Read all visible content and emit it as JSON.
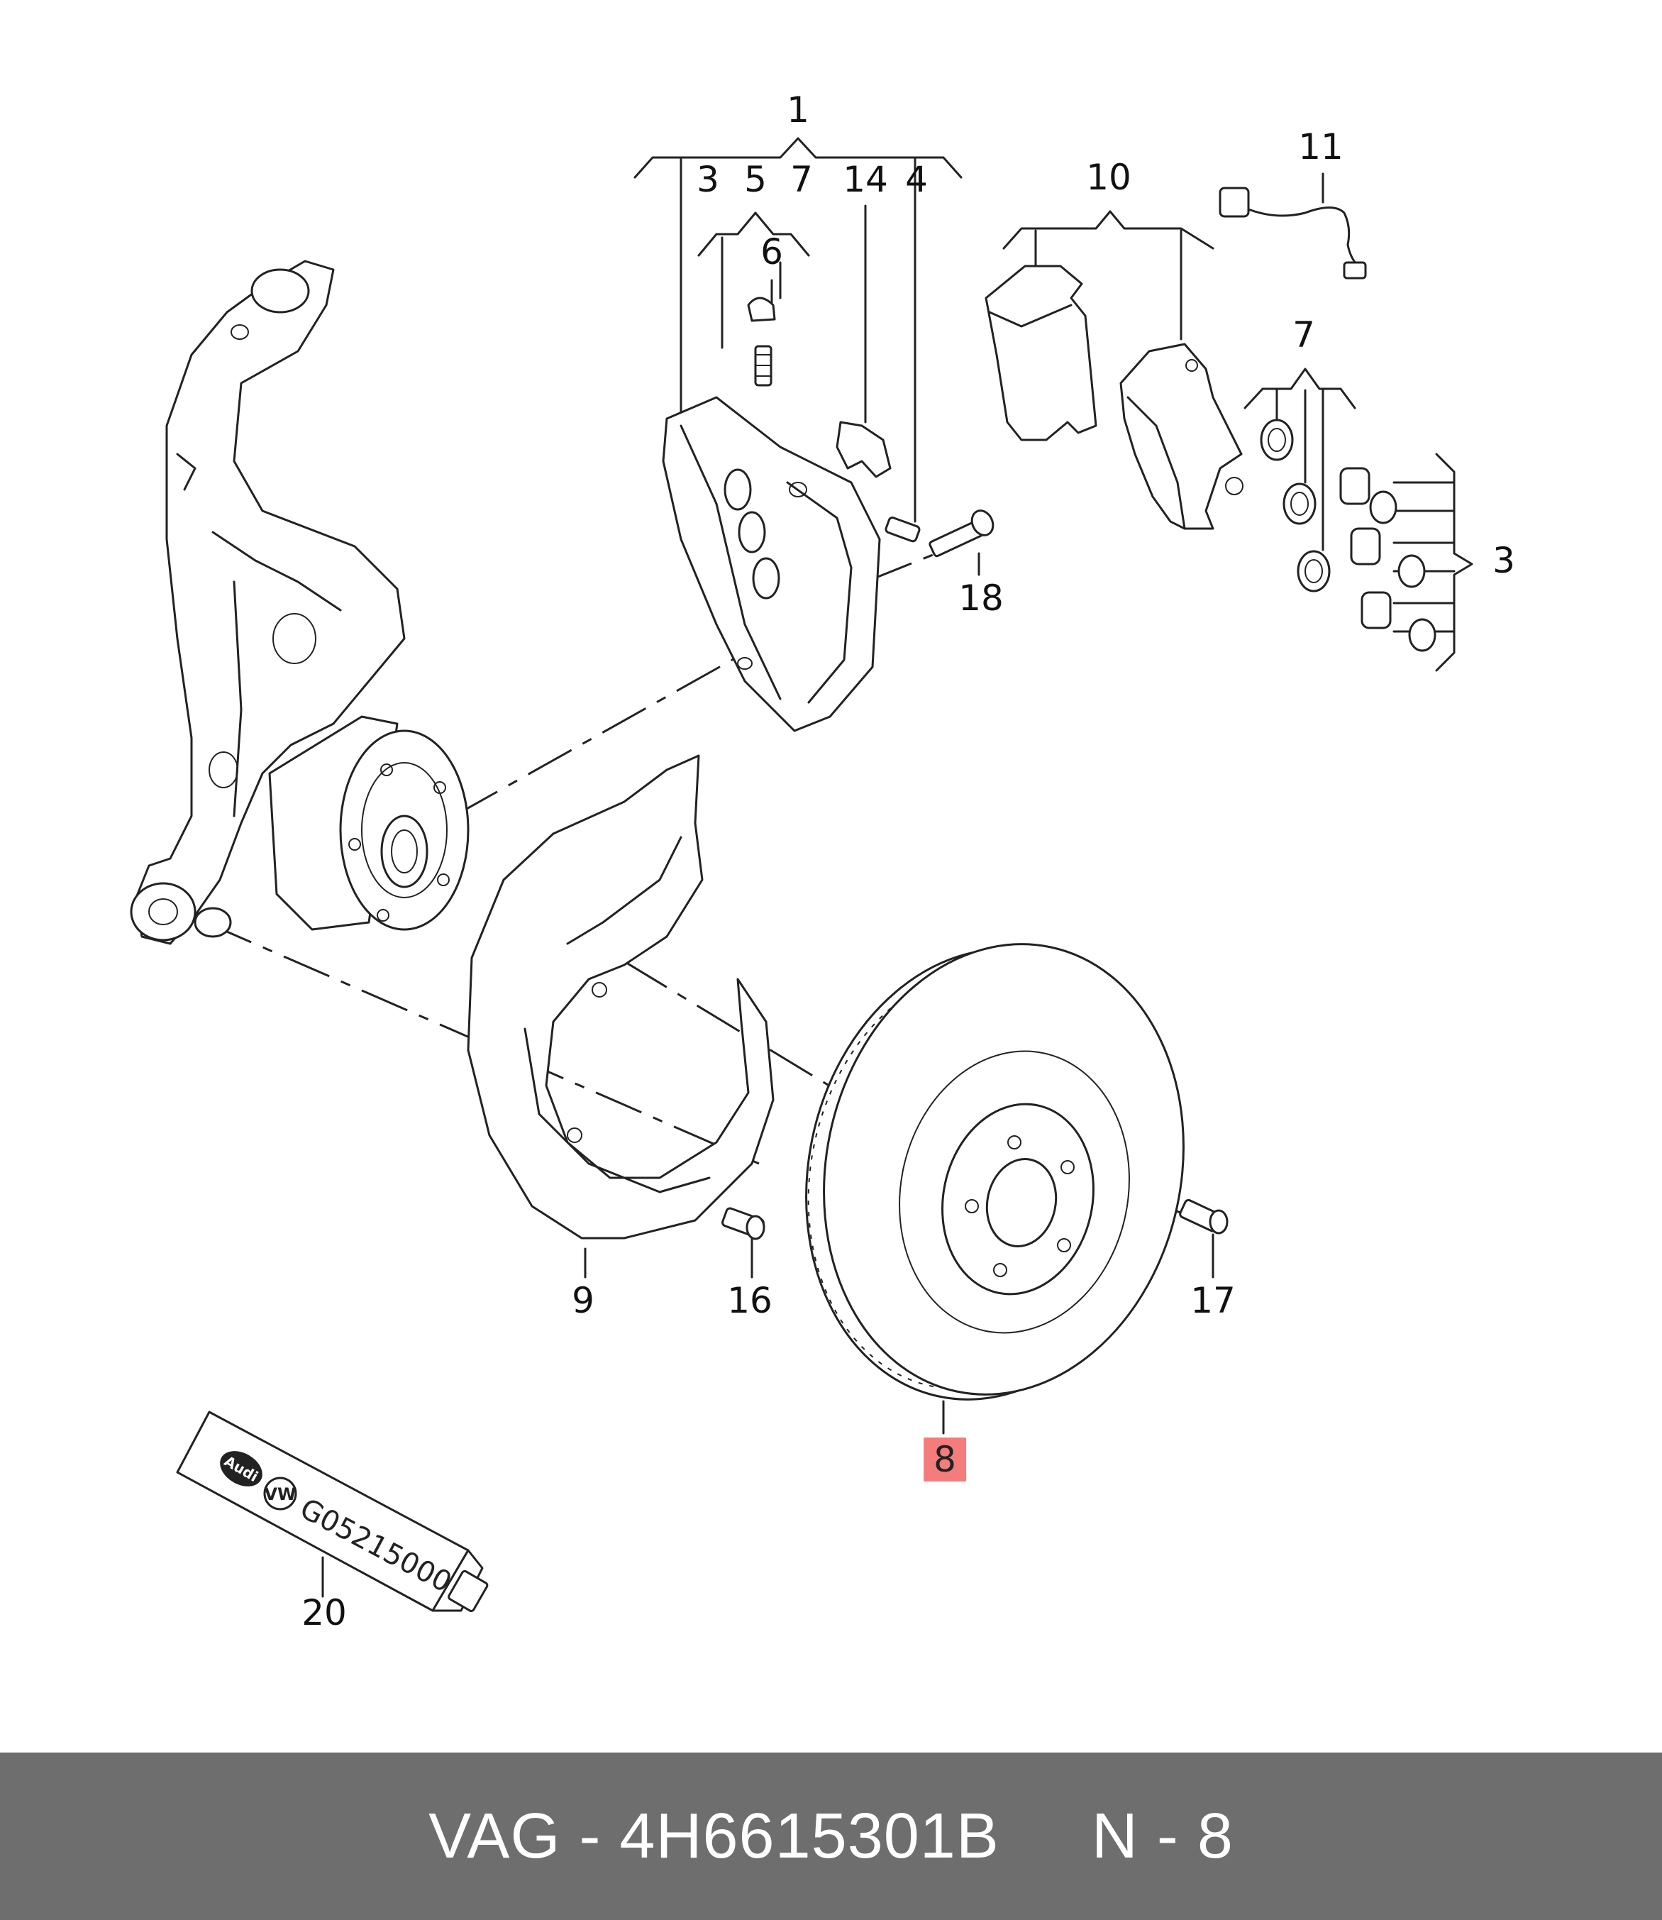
{
  "callouts": {
    "c1": "1",
    "c3a": "3",
    "c5": "5",
    "c7a": "7",
    "c14": "14",
    "c4": "4",
    "c6": "6",
    "c10": "10",
    "c11": "11",
    "c7b": "7",
    "c3b": "3",
    "c18": "18",
    "c9": "9",
    "c16": "16",
    "c17": "17",
    "c8": "8",
    "c20": "20"
  },
  "tube": {
    "code": "G05215000",
    "brand": "Audi"
  },
  "footer": {
    "text": "VAG - 4H6615301B     N - 8"
  },
  "colors": {
    "highlight": "#f47c7c",
    "footer_bg": "#6e6e6e",
    "footer_text": "#ffffff"
  }
}
